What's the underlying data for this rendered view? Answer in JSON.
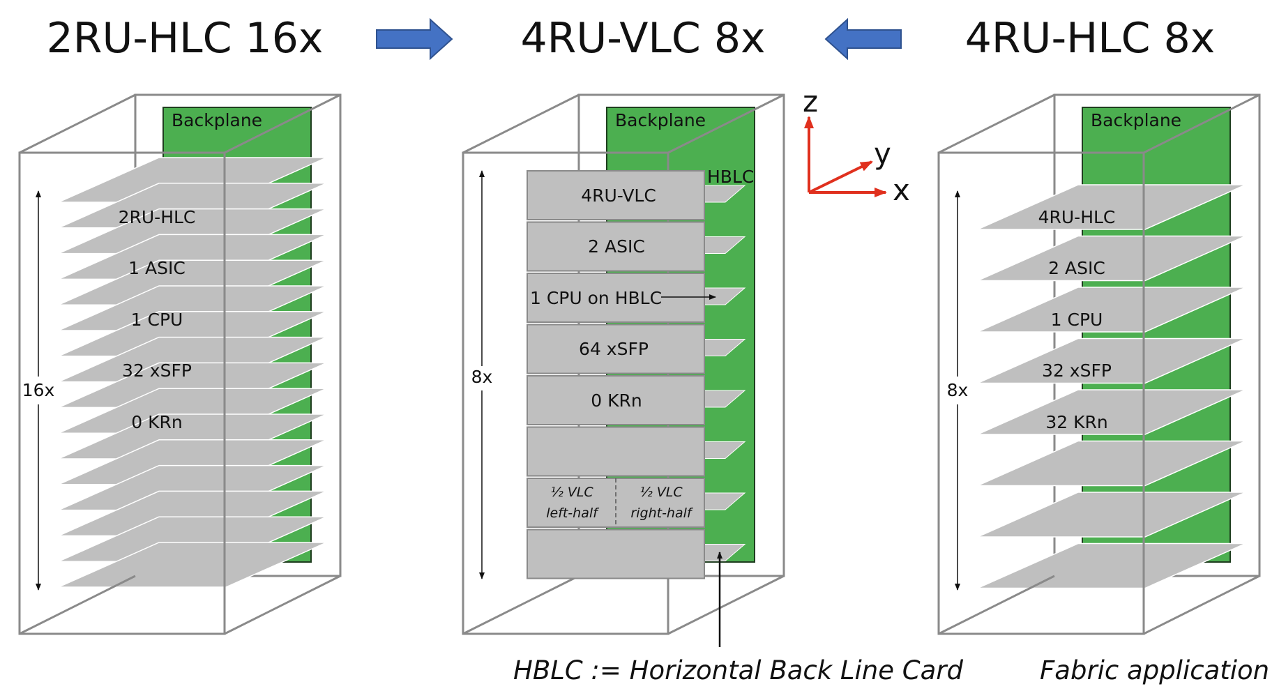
{
  "titles": {
    "left": "2RU-HLC 16x",
    "middle": "4RU-VLC 8x",
    "right": "4RU-HLC 8x"
  },
  "colors": {
    "backplane": "#4CAF50",
    "card": "#BFBFBF",
    "arrow": "#4472C4",
    "axis": "#E0301E"
  },
  "left_chassis": {
    "backplane_label": "Backplane",
    "count_label": "16x",
    "card_labels": [
      "2RU-HLC",
      "1 ASIC",
      "1 CPU",
      "32 xSFP",
      "0 KRn"
    ]
  },
  "middle_chassis": {
    "backplane_label": "Backplane",
    "hblc_label": "HBLC",
    "count_label": "8x",
    "card_labels": [
      "4RU-VLC",
      "2 ASIC",
      "1 CPU on HBLC",
      "64 xSFP",
      "0 KRn"
    ],
    "half_left": [
      "½ VLC",
      "left-half"
    ],
    "half_right": [
      "½ VLC",
      "right-half"
    ],
    "footnote": "HBLC := Horizontal Back Line Card"
  },
  "right_chassis": {
    "backplane_label": "Backplane",
    "count_label": "8x",
    "card_labels": [
      "4RU-HLC",
      "2 ASIC",
      "1 CPU",
      "32 xSFP",
      "32 KRn"
    ],
    "footnote": "Fabric application"
  },
  "axes": {
    "z": "z",
    "y": "y",
    "x": "x"
  }
}
